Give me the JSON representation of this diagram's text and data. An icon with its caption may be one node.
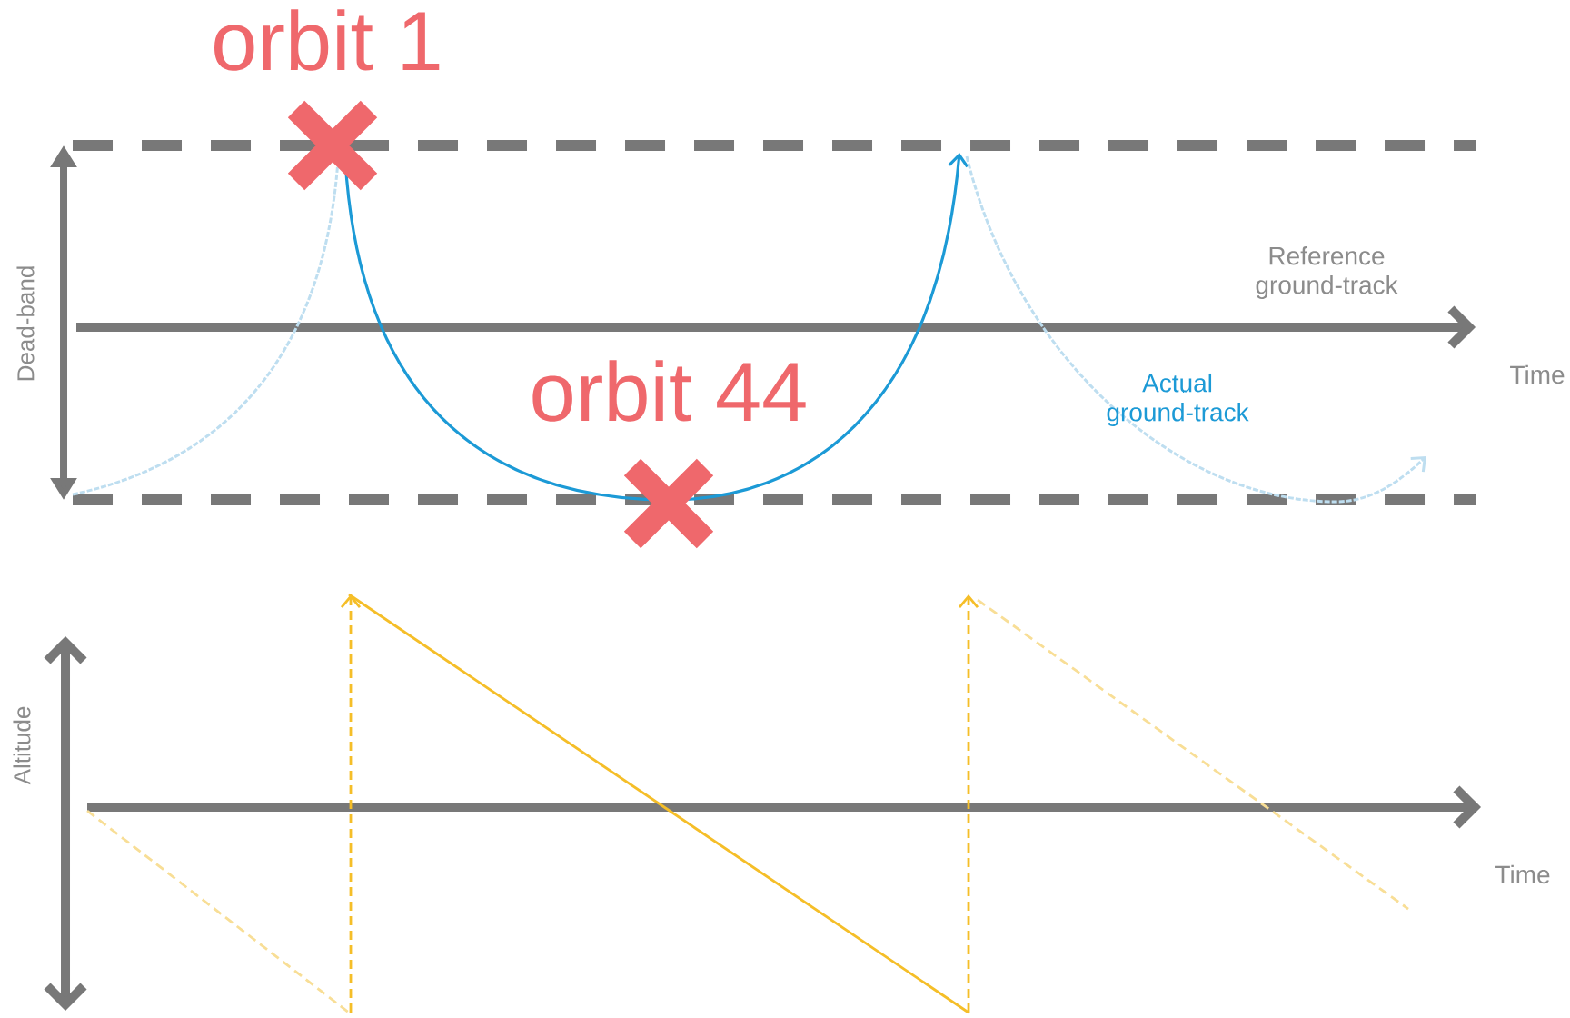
{
  "diagram": {
    "labels": [
      "orbit 1",
      "orbit 44",
      "Dead-band",
      "Reference ground-track",
      "Time",
      "Actual ground-track",
      "Altitude",
      "Time"
    ]
  }
}
